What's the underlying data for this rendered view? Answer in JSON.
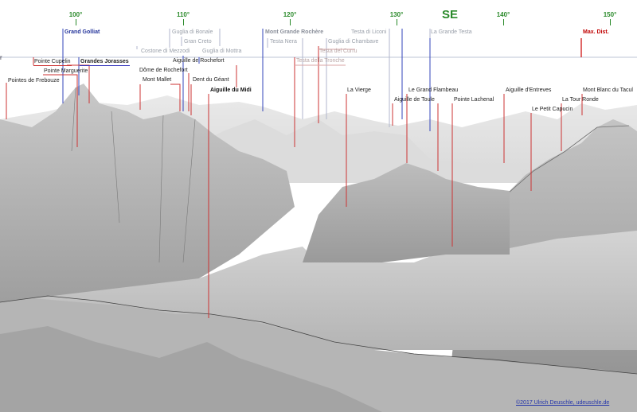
{
  "scale": {
    "ticks": [
      {
        "label": "100°"
      },
      {
        "label": "110°"
      },
      {
        "label": "120°"
      },
      {
        "label": "130°"
      },
      {
        "label": "140°"
      },
      {
        "label": "150°"
      }
    ],
    "compass": "SE"
  },
  "peaks": [
    {
      "name": "Grand Golliat"
    },
    {
      "name": "Pointe Cupelin"
    },
    {
      "name": "Grandes Jorasses"
    },
    {
      "name": "Pointe Marguerite"
    },
    {
      "name": "Pointes de Frebouze"
    },
    {
      "name": "Guglia di Bonale"
    },
    {
      "name": "Gran Creto"
    },
    {
      "name": "Costone di Mezzodi"
    },
    {
      "name": "Guglia di Mottra"
    },
    {
      "name": "Aiguille de Rochefort"
    },
    {
      "name": "Dôme de Rochefort"
    },
    {
      "name": "Mont Mallet"
    },
    {
      "name": "Dent du Géant"
    },
    {
      "name": "Aiguille du Midi"
    },
    {
      "name": "Mont Grande Rochère"
    },
    {
      "name": "Testa Nera"
    },
    {
      "name": "Guglia di Chambave"
    },
    {
      "name": "Testa del Curru"
    },
    {
      "name": "Testa della Tronche"
    },
    {
      "name": "Testa di Liconi"
    },
    {
      "name": "La Vierge"
    },
    {
      "name": "Le Grand Flambeau"
    },
    {
      "name": "Aiguille de Toule"
    },
    {
      "name": "Pointe Lachenal"
    },
    {
      "name": "La Grande Testa"
    },
    {
      "name": "Aiguille d'Entreves"
    },
    {
      "name": "Le Petit Capucin"
    },
    {
      "name": "La Tour Ronde"
    },
    {
      "name": "Max. Dist."
    },
    {
      "name": "Mont Blanc du Tacul"
    }
  ],
  "horizon_marker": "r",
  "copyright": "©2017 Ulrich Deuschle, udeuschle.de"
}
